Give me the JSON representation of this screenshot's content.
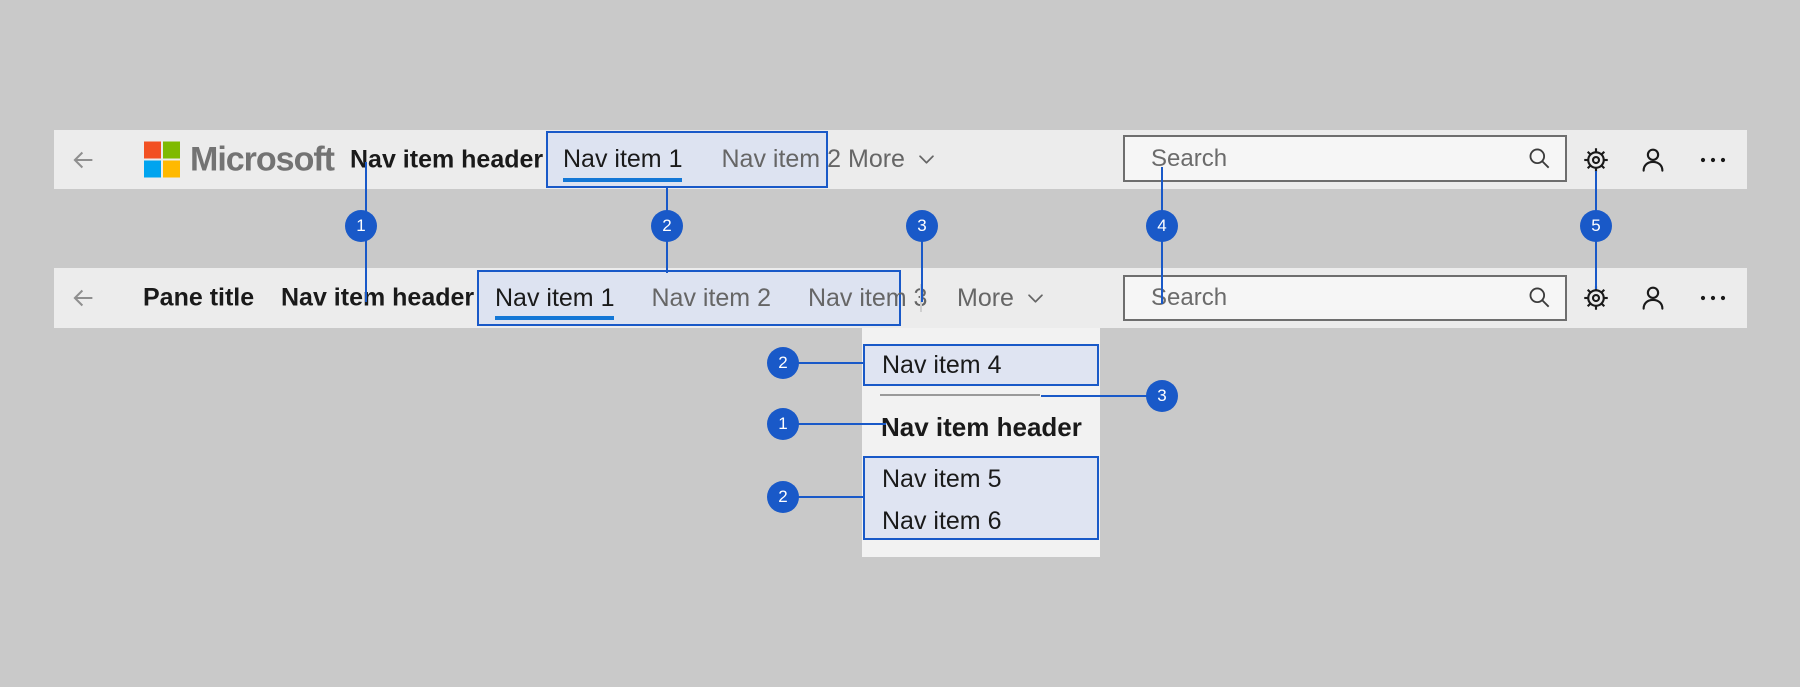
{
  "colors": {
    "annotation_blue": "#1959c8",
    "selected_underline_blue": "#1377d6",
    "header_background": "#ececec",
    "page_background": "#c9c9c9",
    "highlight_box_fill": "#dde3f1",
    "flyout_background": "#f2f2f2",
    "microsoft_logo": [
      "#f25022",
      "#7fba00",
      "#00a4ef",
      "#ffb900"
    ]
  },
  "header1": {
    "brand": "Microsoft",
    "nav_item_header": "Nav item header",
    "nav_items": [
      "Nav item 1",
      "Nav item 2"
    ],
    "selected_index": 0,
    "more_label": "More",
    "search_placeholder": "Search"
  },
  "header2": {
    "pane_title": "Pane title",
    "nav_item_header": "Nav item header",
    "nav_items": [
      "Nav item 1",
      "Nav item 2",
      "Nav item 3"
    ],
    "selected_index": 0,
    "more_label": "More",
    "search_placeholder": "Search"
  },
  "flyout": {
    "top_item": "Nav item 4",
    "header": "Nav item header",
    "bottom_items": [
      "Nav item 5",
      "Nav item 6"
    ]
  },
  "callouts": {
    "header_row": [
      "1",
      "2",
      "3",
      "4",
      "5"
    ],
    "flyout_top_box": "2",
    "flyout_header": "1",
    "flyout_bottom_box": "2",
    "flyout_divider": "3"
  },
  "icons": {
    "back": "back-arrow",
    "search": "magnifier",
    "settings": "gear",
    "account": "person",
    "overflow": "ellipsis",
    "more": "chevron-down"
  }
}
